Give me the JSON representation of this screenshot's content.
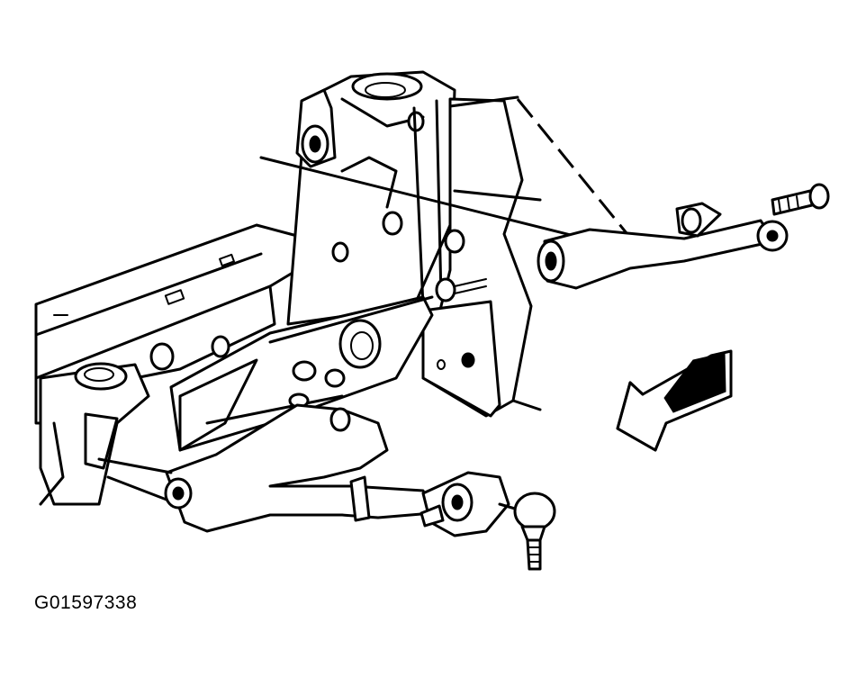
{
  "figure": {
    "caption_id": "G01597338",
    "subject": "front-suspension-control-arms",
    "parts": [
      "frame-rail",
      "upper-control-arm",
      "lower-control-arm",
      "ball-joint",
      "bolt",
      "nut",
      "view-arrow"
    ],
    "colors": {
      "line": "#000000",
      "background": "#ffffff"
    }
  }
}
